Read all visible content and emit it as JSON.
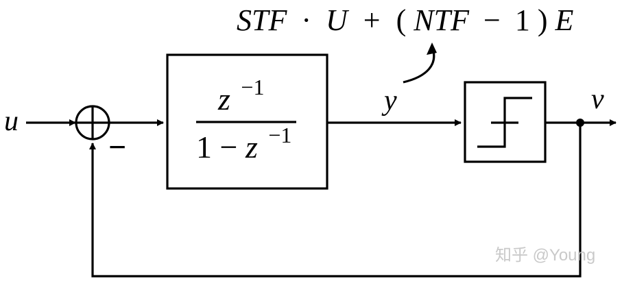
{
  "diagram": {
    "annotation": {
      "stf": "STF",
      "dot": "·",
      "u_cap": "U",
      "plus": "+",
      "open_paren": "(",
      "ntf": "NTF",
      "minus": "−",
      "one": "1",
      "close_paren": ")",
      "e_cap": "E"
    },
    "signals": {
      "input": "u",
      "intermediate": "y",
      "output": "v"
    },
    "summing_junction": {
      "feedback_sign": "−"
    },
    "integrator": {
      "numerator_base": "z",
      "numerator_exp": "−1",
      "denominator_one": "1",
      "denominator_minus": "−",
      "denominator_base": "z",
      "denominator_exp": "−1"
    },
    "quantizer": {
      "icon": "step-quantizer-icon"
    },
    "watermark": "知乎 @Young"
  }
}
